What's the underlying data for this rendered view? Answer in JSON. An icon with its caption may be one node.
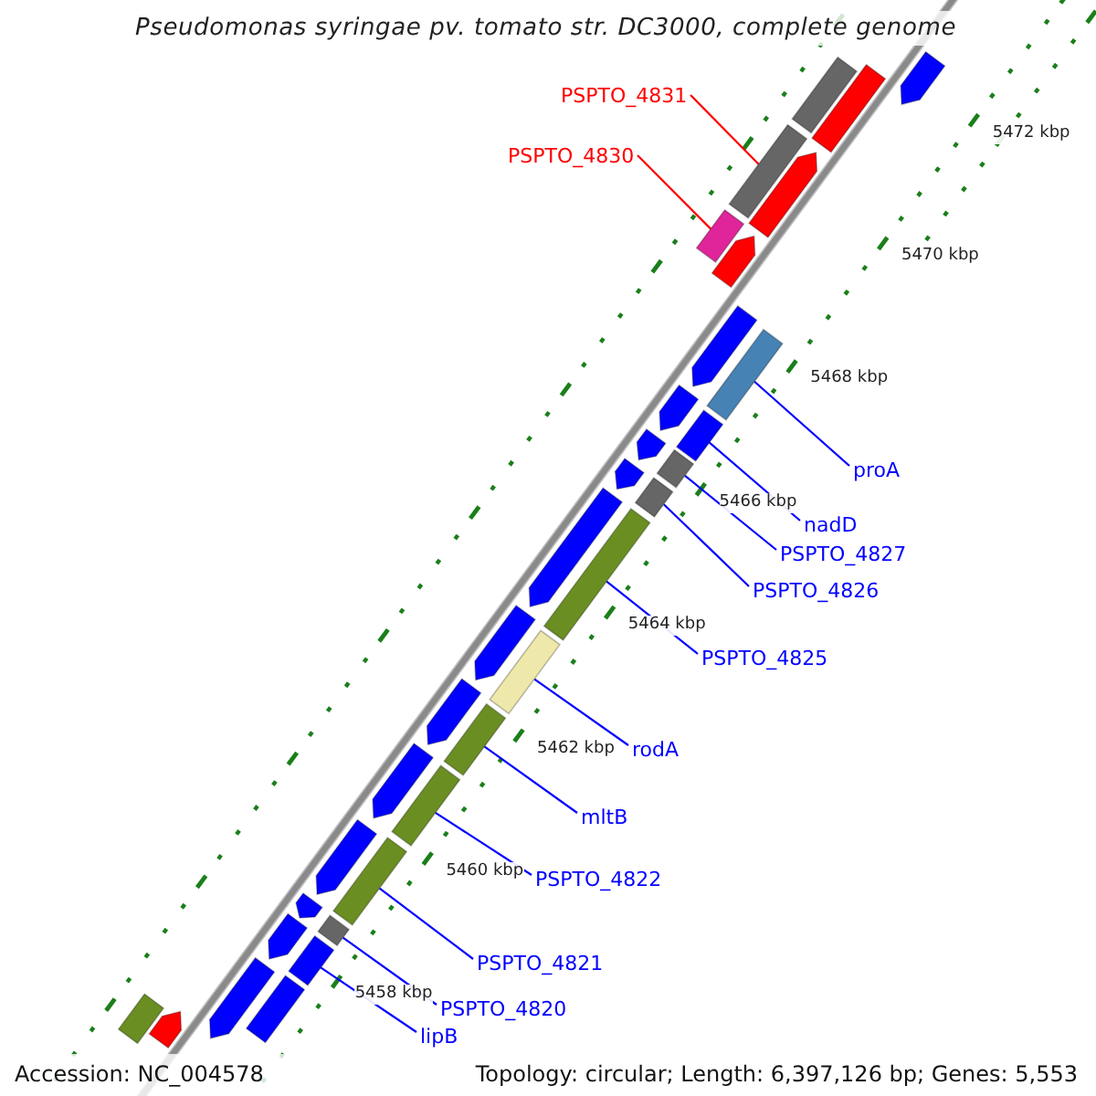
{
  "diagram": {
    "title": "Pseudomonas syringae pv. tomato str. DC3000, complete genome",
    "nodes": [
      {
        "text": [
          "PSPTO_4831"
        ]
      },
      {
        "text": [
          "PSPTO_4830"
        ]
      },
      {
        "text": [
          "proA"
        ]
      },
      {
        "text": [
          "nadD"
        ]
      },
      {
        "text": [
          "PSPTO_4827"
        ]
      },
      {
        "text": [
          "PSPTO_4826"
        ]
      },
      {
        "text": [
          "PSPTO_4825"
        ]
      },
      {
        "text": [
          "rodA"
        ]
      },
      {
        "text": [
          "mltB"
        ]
      },
      {
        "text": [
          "PSPTO_4822"
        ]
      },
      {
        "text": [
          "PSPTO_4821"
        ]
      },
      {
        "text": [
          "PSPTO_4820"
        ]
      },
      {
        "text": [
          "lipB"
        ]
      },
      {
        "text": [],
        "shape": "bar"
      },
      {
        "text": [],
        "shape": "bar"
      },
      {
        "text": [],
        "shape": "bar"
      },
      {
        "text": [],
        "shape": "bar"
      },
      {
        "text": [],
        "shape": "bar"
      },
      {
        "text": [],
        "shape": "bar"
      },
      {
        "text": [],
        "shape": "bar"
      },
      {
        "text": [],
        "shape": "bar"
      },
      {
        "text": [],
        "shape": "bar"
      },
      {
        "text": [],
        "shape": "bar"
      },
      {
        "text": [],
        "shape": "bar"
      },
      {
        "text": [],
        "shape": "bar"
      },
      {
        "text": [],
        "shape": "bar"
      },
      {
        "text": [],
        "shape": "bar"
      },
      {
        "text": [],
        "shape": "bar"
      },
      {
        "text": [],
        "shape": "bar"
      },
      {
        "text": [],
        "shape": "bar"
      },
      {
        "text": [],
        "shape": "bar"
      },
      {
        "text": [],
        "shape": "bar"
      },
      {
        "text": [],
        "shape": "bar"
      },
      {
        "text": [],
        "shape": "bar"
      },
      {
        "text": [],
        "shape": "bar"
      },
      {
        "text": [],
        "shape": "bar"
      },
      {
        "text": [],
        "shape": "bar"
      },
      {
        "text": [],
        "shape": "bar"
      },
      {
        "text": [],
        "shape": "bar"
      },
      {
        "text": [],
        "shape": "bar"
      },
      {
        "text": [],
        "shape": "bar"
      },
      {
        "text": [],
        "shape": "bar"
      },
      {
        "text": [],
        "shape": "bar"
      },
      {
        "text": [],
        "shape": "bar"
      },
      {
        "text": [],
        "shape": "bar"
      },
      {
        "text": [],
        "shape": "bar"
      }
    ],
    "edges": [
      {
        "from": 0,
        "to": 13,
        "arrow": "none",
        "color": "#ff0000"
      },
      {
        "from": 1,
        "to": 14,
        "arrow": "none",
        "color": "#ff0000"
      },
      {
        "from": 2,
        "to": 15,
        "arrow": "none"
      },
      {
        "from": 3,
        "to": 16,
        "arrow": "none"
      },
      {
        "from": 4,
        "to": 17,
        "arrow": "none"
      },
      {
        "from": 5,
        "to": 18,
        "arrow": "none"
      },
      {
        "from": 6,
        "to": 19,
        "arrow": "none"
      },
      {
        "from": 7,
        "to": 20,
        "arrow": "none"
      },
      {
        "from": 8,
        "to": 21,
        "arrow": "none"
      },
      {
        "from": 9,
        "to": 22,
        "arrow": "none"
      },
      {
        "from": 10,
        "to": 23,
        "arrow": "none"
      },
      {
        "from": 11,
        "to": 24,
        "arrow": "none"
      },
      {
        "from": 12,
        "to": 25,
        "arrow": "none"
      }
    ],
    "labels": [
      "5472 kbp",
      "5470 kbp",
      "5468 kbp",
      "5466 kbp",
      "5464 kbp",
      "5462 kbp",
      "5460 kbp",
      "5458 kbp",
      "Accession: NC_004578",
      "Topology: circular; Length: 6,397,126 bp; Genes: 5,553"
    ]
  }
}
